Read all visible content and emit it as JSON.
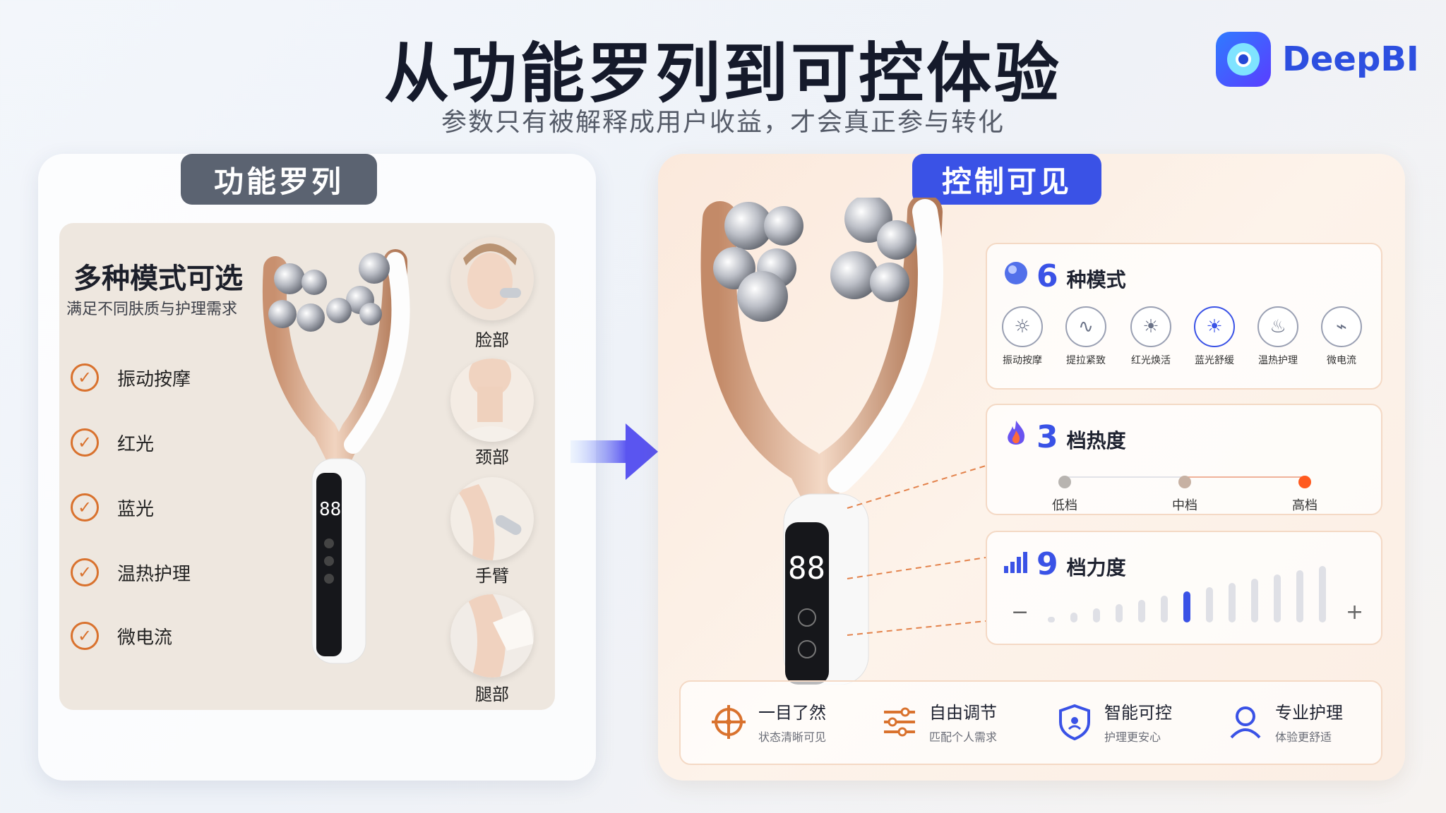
{
  "header": {
    "title": "从功能罗列到可控体验",
    "subtitle": "参数只有被解释成用户收益，才会真正参与转化"
  },
  "logo": {
    "text": "DeepBI",
    "icon": "deepbi-logo-icon"
  },
  "left": {
    "tag": "功能罗列",
    "heading": "多种模式可选",
    "subheading": "满足不同肤质与护理需求",
    "features": [
      "振动按摩",
      "红光",
      "蓝光",
      "温热护理",
      "微电流"
    ],
    "areas": [
      "脸部",
      "颈部",
      "手臂",
      "腿部"
    ],
    "device_display": "88"
  },
  "right": {
    "tag": "控制可见",
    "device_display": "88",
    "modes": {
      "count": "6",
      "unit": "种模式",
      "items": [
        "振动按摩",
        "提拉紧致",
        "红光焕活",
        "蓝光舒缓",
        "温热护理",
        "微电流"
      ]
    },
    "heat": {
      "count": "3",
      "unit": "档热度",
      "levels": [
        "低档",
        "中档",
        "高档"
      ],
      "active_index": 2
    },
    "force": {
      "count": "9",
      "unit": "档力度",
      "minus": "−",
      "plus": "+",
      "levels": 13,
      "active_level": 7
    },
    "benefits": [
      {
        "title": "一目了然",
        "desc": "状态清晰可见",
        "icon": "target-icon"
      },
      {
        "title": "自由调节",
        "desc": "匹配个人需求",
        "icon": "sliders-icon"
      },
      {
        "title": "智能可控",
        "desc": "护理更安心",
        "icon": "shield-icon"
      },
      {
        "title": "专业护理",
        "desc": "体验更舒适",
        "icon": "user-icon"
      }
    ]
  },
  "colors": {
    "accent_blue": "#3a52e6",
    "accent_orange": "#d9722e",
    "heat_active": "#ff5a1f"
  }
}
